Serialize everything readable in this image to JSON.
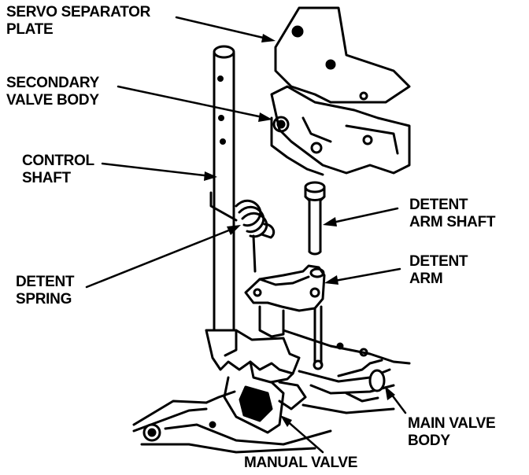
{
  "labels": {
    "servo_separator_plate": [
      "SERVO SEPARATOR",
      "PLATE"
    ],
    "secondary_valve_body": [
      "SECONDARY",
      "VALVE BODY"
    ],
    "control_shaft": [
      "CONTROL",
      "SHAFT"
    ],
    "detent_spring": [
      "DETENT",
      "SPRING"
    ],
    "detent_arm_shaft": [
      "DETENT",
      "ARM SHAFT"
    ],
    "detent_arm": [
      "DETENT",
      "ARM"
    ],
    "main_valve_body": [
      "MAIN VALVE",
      "BODY"
    ],
    "manual_valve": "MANUAL VALVE"
  },
  "colors": {
    "ink": "#000000",
    "paper": "#ffffff"
  }
}
